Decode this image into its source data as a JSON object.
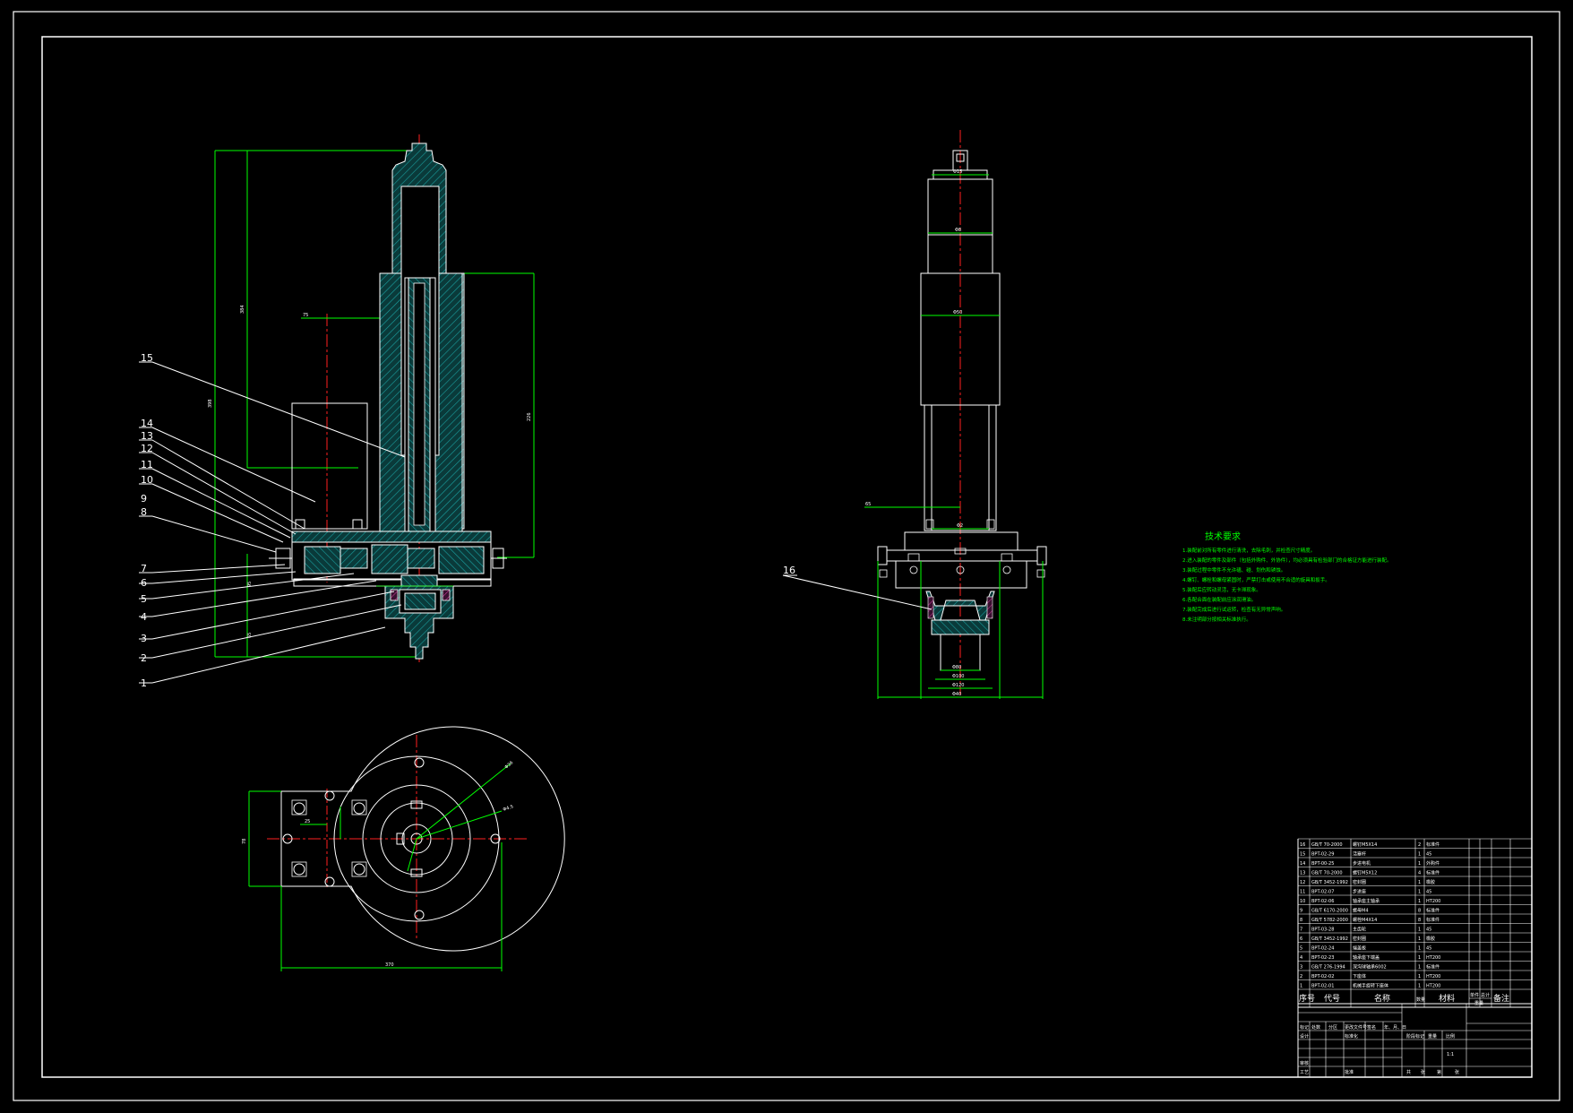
{
  "technical_requirements": {
    "title": "技术要求",
    "lines": [
      "1.装配前对所有零件进行清洗，去除毛刺，并检查尺寸精度。",
      "2.进入装配的零件及部件（包括外购件、外协件），均必须具有检验部门的合格证方能进行装配。",
      "3.装配过程中零件不允许磕、碰、划伤和锈蚀。",
      "4.螺钉、螺栓和螺母紧固时，严禁打击或使用不合适的旋具和扳手。",
      "5.装配后应转动灵活，无卡滞现象。",
      "6.各配合面在装配前应涂润滑油。",
      "7.装配完成后进行试运转，检查有无异常声响。",
      "8.未注明部分按相关标准执行。"
    ]
  },
  "balloons_left": [
    "15",
    "14",
    "13",
    "12",
    "11",
    "10",
    "9",
    "8",
    "7",
    "6",
    "5",
    "4",
    "3",
    "2",
    "1"
  ],
  "balloon_right": "16",
  "dims_left": [
    "384",
    "398",
    "226",
    "75",
    "95",
    "65"
  ],
  "dims_bottom": [
    "370",
    "78",
    "25",
    "Φ36",
    "Φ4.5"
  ],
  "dims_right": [
    "Φ15",
    "Φ8",
    "Φ50",
    "Φ2",
    "65",
    "Φ80",
    "Φ100",
    "Φ120",
    "Φ40"
  ],
  "bom": {
    "rows": [
      {
        "no": "16",
        "code": "GB/T 70-2000",
        "name": "螺钉M5X14",
        "qty": "2",
        "mat": "标准件"
      },
      {
        "no": "15",
        "code": "BPT-02-29",
        "name": "活塞杆",
        "qty": "1",
        "mat": "45"
      },
      {
        "no": "14",
        "code": "BPT-00-25",
        "name": "步进电机",
        "qty": "1",
        "mat": "外购件"
      },
      {
        "no": "13",
        "code": "GB/T 70-2000",
        "name": "螺钉M5X12",
        "qty": "4",
        "mat": "标准件"
      },
      {
        "no": "12",
        "code": "GB/T 3452-1992",
        "name": "密封圈",
        "qty": "1",
        "mat": "橡胶"
      },
      {
        "no": "11",
        "code": "BPT-02-07",
        "name": "步进座",
        "qty": "1",
        "mat": "45"
      },
      {
        "no": "10",
        "code": "BPT-02-06",
        "name": "轴承座主轴承",
        "qty": "1",
        "mat": "HT200"
      },
      {
        "no": "9",
        "code": "GB/T 6170-2000",
        "name": "螺母M4",
        "qty": "8",
        "mat": "标准件"
      },
      {
        "no": "8",
        "code": "GB/T 5782-2000",
        "name": "螺栓M4X14",
        "qty": "8",
        "mat": "标准件"
      },
      {
        "no": "7",
        "code": "BPT-03-28",
        "name": "主齿轮",
        "qty": "1",
        "mat": "45"
      },
      {
        "no": "6",
        "code": "GB/T 3452-1992",
        "name": "密封圈",
        "qty": "1",
        "mat": "橡胶"
      },
      {
        "no": "5",
        "code": "BPT-02-24",
        "name": "端盖板",
        "qty": "1",
        "mat": "45"
      },
      {
        "no": "4",
        "code": "BPT-02-23",
        "name": "轴承座下端盖",
        "qty": "1",
        "mat": "HT200"
      },
      {
        "no": "3",
        "code": "GB/T 276-1994",
        "name": "深沟球轴承6002",
        "qty": "1",
        "mat": "标准件"
      },
      {
        "no": "2",
        "code": "BPT-02-02",
        "name": "下座体",
        "qty": "1",
        "mat": "HT200"
      },
      {
        "no": "1",
        "code": "BPT-02-01",
        "name": "机械手旋转下座体",
        "qty": "1",
        "mat": "HT200"
      }
    ],
    "header": {
      "no": "序号",
      "code": "代号",
      "name": "名称",
      "qty": "数量",
      "mat": "材料",
      "unit_weight": "单件",
      "total_weight": "总计",
      "weight": "重量",
      "remark": "备注"
    }
  },
  "title_block": {
    "mark": "标记",
    "count": "处数",
    "zone": "分区",
    "change_doc": "更改文件号",
    "sign": "签名",
    "date": "年、月、日",
    "design": "设计",
    "standard": "标准化",
    "review": "审核",
    "process": "工艺",
    "approve": "批准",
    "stage": "阶段标记",
    "weight": "重量",
    "scale": "比例",
    "scale_value": "1:1",
    "sheet_total": "共",
    "sheet_unit": "张",
    "sheet": "第",
    "sheet_unit2": "张"
  }
}
